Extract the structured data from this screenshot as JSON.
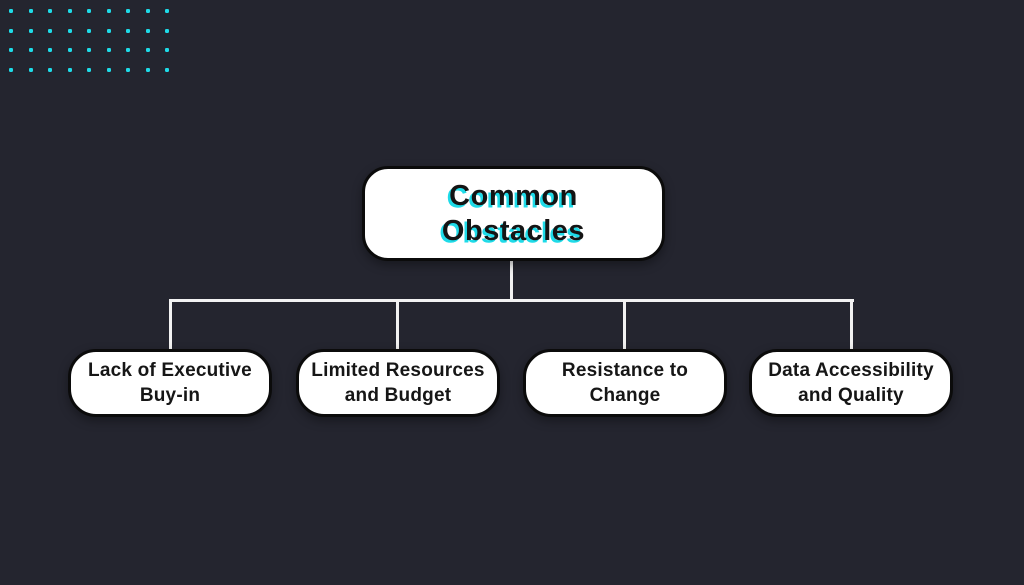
{
  "canvas": {
    "background_color": "#24252f",
    "accent_color": "#1edbe8",
    "line_color": "#f2f2f2",
    "node_fill": "#ffffff",
    "node_border": "#0b0b0b"
  },
  "decor": {
    "dot_grid": {
      "rows": 4,
      "cols": 9,
      "step": 19.5,
      "color": "#1edbe8"
    }
  },
  "diagram": {
    "root": {
      "lines": [
        "Common",
        "Obstacles"
      ]
    },
    "children": [
      {
        "lines": [
          "Lack of Executive",
          "Buy-in"
        ]
      },
      {
        "lines": [
          "Limited Resources",
          "and Budget"
        ]
      },
      {
        "lines": [
          "Resistance to",
          "Change"
        ]
      },
      {
        "lines": [
          "Data Accessibility",
          "and Quality"
        ]
      }
    ]
  }
}
